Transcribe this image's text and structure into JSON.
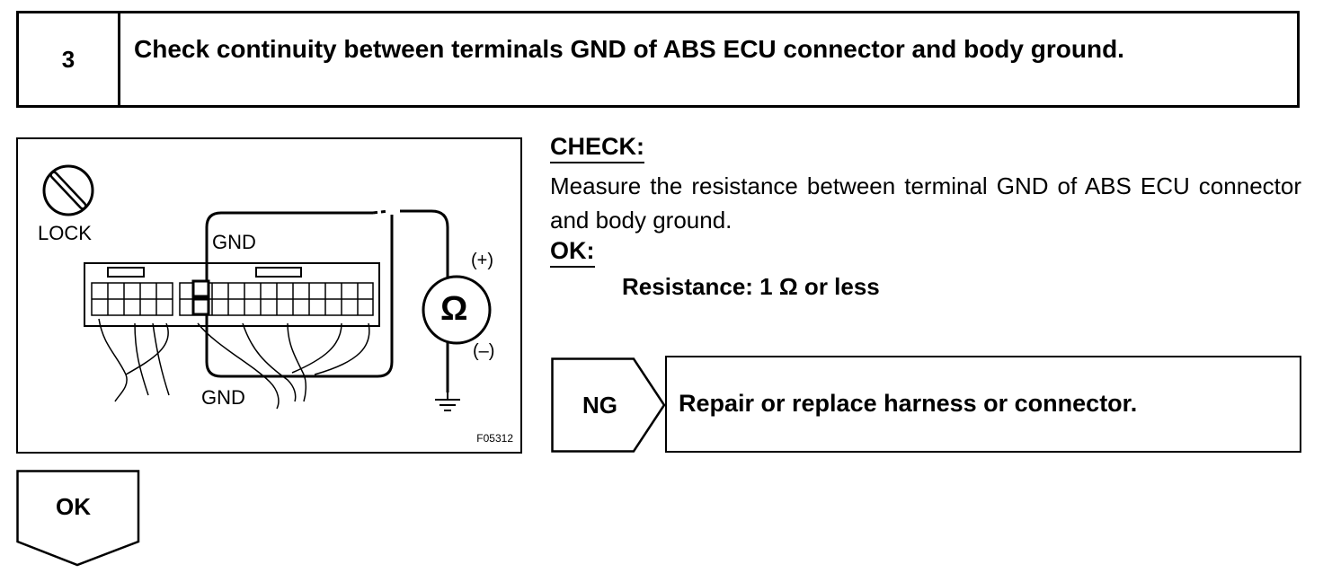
{
  "step": {
    "number": "3",
    "title": "Check continuity between terminals GND of ABS ECU connector and body ground."
  },
  "figure": {
    "lock_label": "LOCK",
    "gnd_top_label": "GND",
    "gnd_bottom_label": "GND",
    "plus_label": "(+)",
    "minus_label": "(–)",
    "ohm_symbol": "Ω",
    "figure_code": "F05312"
  },
  "check": {
    "heading": "CHECK:",
    "text": "Measure the resistance between terminal GND of ABS ECU connector and body ground."
  },
  "ok_spec": {
    "heading": "OK:",
    "text": "Resistance: 1 Ω or less"
  },
  "ng": {
    "label": "NG",
    "action": "Repair or replace harness or connector."
  },
  "ok_flow": {
    "label": "OK"
  }
}
